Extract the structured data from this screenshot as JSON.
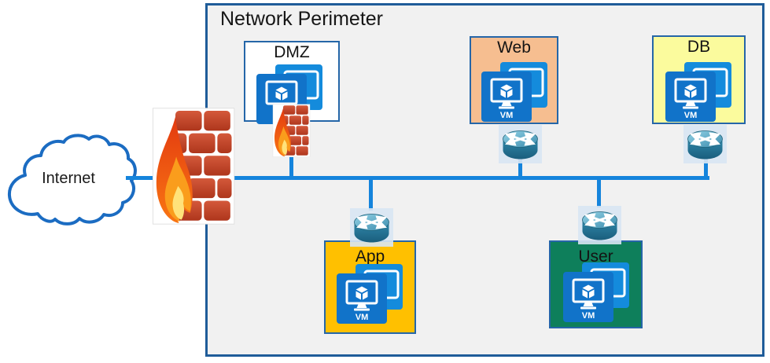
{
  "diagram": {
    "title": "Network Perimeter",
    "internet": {
      "label": "Internet"
    },
    "vm_label": "VM",
    "zones": {
      "dmz": {
        "label": "DMZ",
        "fill": "#FFFFFF"
      },
      "web": {
        "label": "Web",
        "fill": "#F6BE90"
      },
      "db": {
        "label": "DB",
        "fill": "#FBFB9D"
      },
      "app": {
        "label": "App",
        "fill": "#FFC000"
      },
      "user": {
        "label": "User",
        "fill": "#0E7F5B"
      }
    },
    "icons": {
      "internet": "cloud-icon",
      "perimeter_firewall": "firewall-brick-flame-icon",
      "dmz_firewall": "firewall-brick-flame-icon",
      "router": "router-icon",
      "virtual_machine": "vm-icon"
    },
    "colors": {
      "perimeter_fill": "#F1F1F1",
      "perimeter_border": "#1F5C99",
      "zone_border": "#2566A8",
      "connector_line": "#1584DC",
      "vm_blue": "#1173C9",
      "brick_red": "#C4452A",
      "app_gold": "#FFC000",
      "user_green": "#0E7F5B",
      "web_peach": "#F6BE90",
      "db_yellow": "#FBFB9D"
    }
  }
}
